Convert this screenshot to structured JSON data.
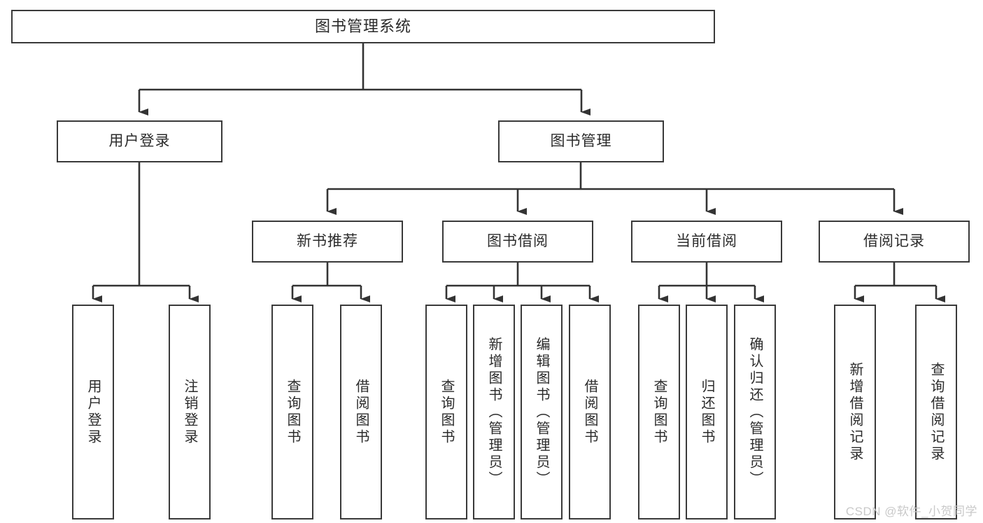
{
  "diagram": {
    "title": "图书管理系统",
    "type": "tree",
    "watermark": "CSDN @软件_小贺同学",
    "colors": {
      "box_border": "#3a3a3a",
      "box_fill": "#ffffff",
      "line": "#333333",
      "text": "#2b2b2b",
      "watermark": "#c9c9c9",
      "background": "#ffffff"
    },
    "nodes": {
      "root": {
        "label": "图书管理系统"
      },
      "level2": [
        {
          "id": "user-login",
          "label": "用户登录"
        },
        {
          "id": "book-manage",
          "label": "图书管理"
        }
      ],
      "level3": [
        {
          "id": "new-book-rec",
          "label": "新书推荐"
        },
        {
          "id": "book-borrow",
          "label": "图书借阅"
        },
        {
          "id": "current-borrow",
          "label": "当前借阅"
        },
        {
          "id": "borrow-record",
          "label": "借阅记录"
        }
      ],
      "leaves": [
        {
          "id": "leaf-user-login",
          "label": "用户登录",
          "parent": "user-login"
        },
        {
          "id": "leaf-user-logout",
          "label": "注销登录",
          "parent": "user-login"
        },
        {
          "id": "leaf-query-book-1",
          "label": "查询图书",
          "parent": "new-book-rec"
        },
        {
          "id": "leaf-borrow-book-1",
          "label": "借阅图书",
          "parent": "new-book-rec"
        },
        {
          "id": "leaf-query-book-2",
          "label": "查询图书",
          "parent": "book-borrow"
        },
        {
          "id": "leaf-add-book",
          "label": "新增图书（管理员）",
          "parent": "book-borrow"
        },
        {
          "id": "leaf-edit-book",
          "label": "编辑图书（管理员）",
          "parent": "book-borrow"
        },
        {
          "id": "leaf-borrow-book-2",
          "label": "借阅图书",
          "parent": "book-borrow"
        },
        {
          "id": "leaf-query-book-3",
          "label": "查询图书",
          "parent": "current-borrow"
        },
        {
          "id": "leaf-return-book",
          "label": "归还图书",
          "parent": "current-borrow"
        },
        {
          "id": "leaf-confirm-return",
          "label": "确认归还（管理员）",
          "parent": "current-borrow"
        },
        {
          "id": "leaf-add-record",
          "label": "新增借阅记录",
          "parent": "borrow-record"
        },
        {
          "id": "leaf-query-record",
          "label": "查询借阅记录",
          "parent": "borrow-record"
        }
      ]
    }
  }
}
